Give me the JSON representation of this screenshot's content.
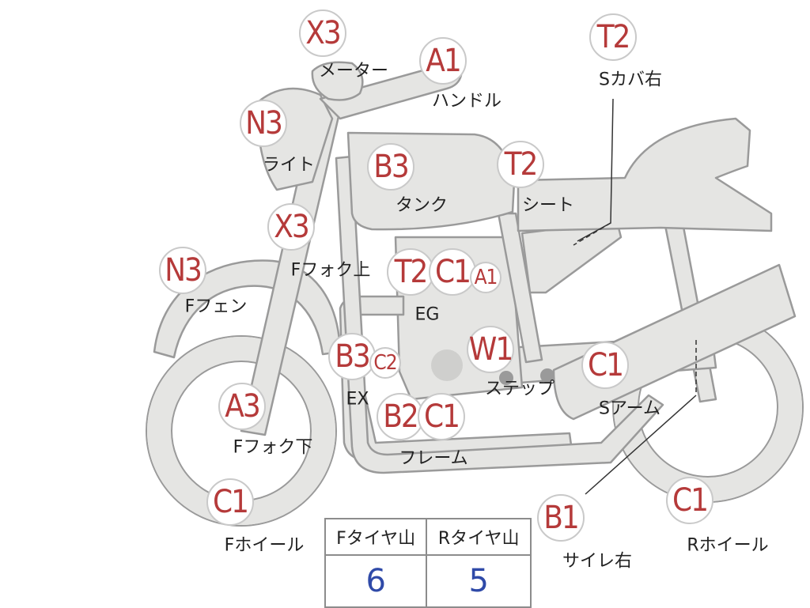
{
  "parts": [
    {
      "id": "meter",
      "grade": "X3",
      "label": "メーター"
    },
    {
      "id": "handle",
      "grade": "A1",
      "label": "ハンドル"
    },
    {
      "id": "seat-cover-right",
      "grade": "T2",
      "label": "Sカバ右"
    },
    {
      "id": "light",
      "grade": "N3",
      "label": "ライト"
    },
    {
      "id": "tank",
      "grade": "B3",
      "label": "タンク"
    },
    {
      "id": "seat",
      "grade": "T2",
      "label": "シート"
    },
    {
      "id": "front-fork-upper",
      "grade": "X3",
      "label": "Fフォク上"
    },
    {
      "id": "front-fender",
      "grade": "N3",
      "label": "Fフェン"
    },
    {
      "id": "engine",
      "grades": [
        "T2",
        "C1",
        "A1"
      ],
      "label": "EG"
    },
    {
      "id": "exhaust",
      "grades": [
        "B3",
        "C2"
      ],
      "label": "EX"
    },
    {
      "id": "step",
      "grade": "W1",
      "label": "ステップ"
    },
    {
      "id": "swing-arm",
      "grade": "C1",
      "label": "Sアーム"
    },
    {
      "id": "front-fork-lower",
      "grade": "A3",
      "label": "Fフォク下"
    },
    {
      "id": "frame",
      "grades": [
        "B2",
        "C1"
      ],
      "label": "フレーム"
    },
    {
      "id": "front-wheel",
      "grade": "C1",
      "label": "Fホイール"
    },
    {
      "id": "muffler-right",
      "grade": "B1",
      "label": "サイレ右"
    },
    {
      "id": "rear-wheel",
      "grade": "C1",
      "label": "Rホイール"
    }
  ],
  "tire_table": {
    "headers": [
      "Fタイヤ山",
      "Rタイヤ山"
    ],
    "values": [
      "6",
      "5"
    ]
  },
  "colors": {
    "grade": "#b53a3a",
    "tire_value": "#2f4aa8",
    "part_fill": "#e5e5e3",
    "part_outline": "#9a9a9a"
  }
}
